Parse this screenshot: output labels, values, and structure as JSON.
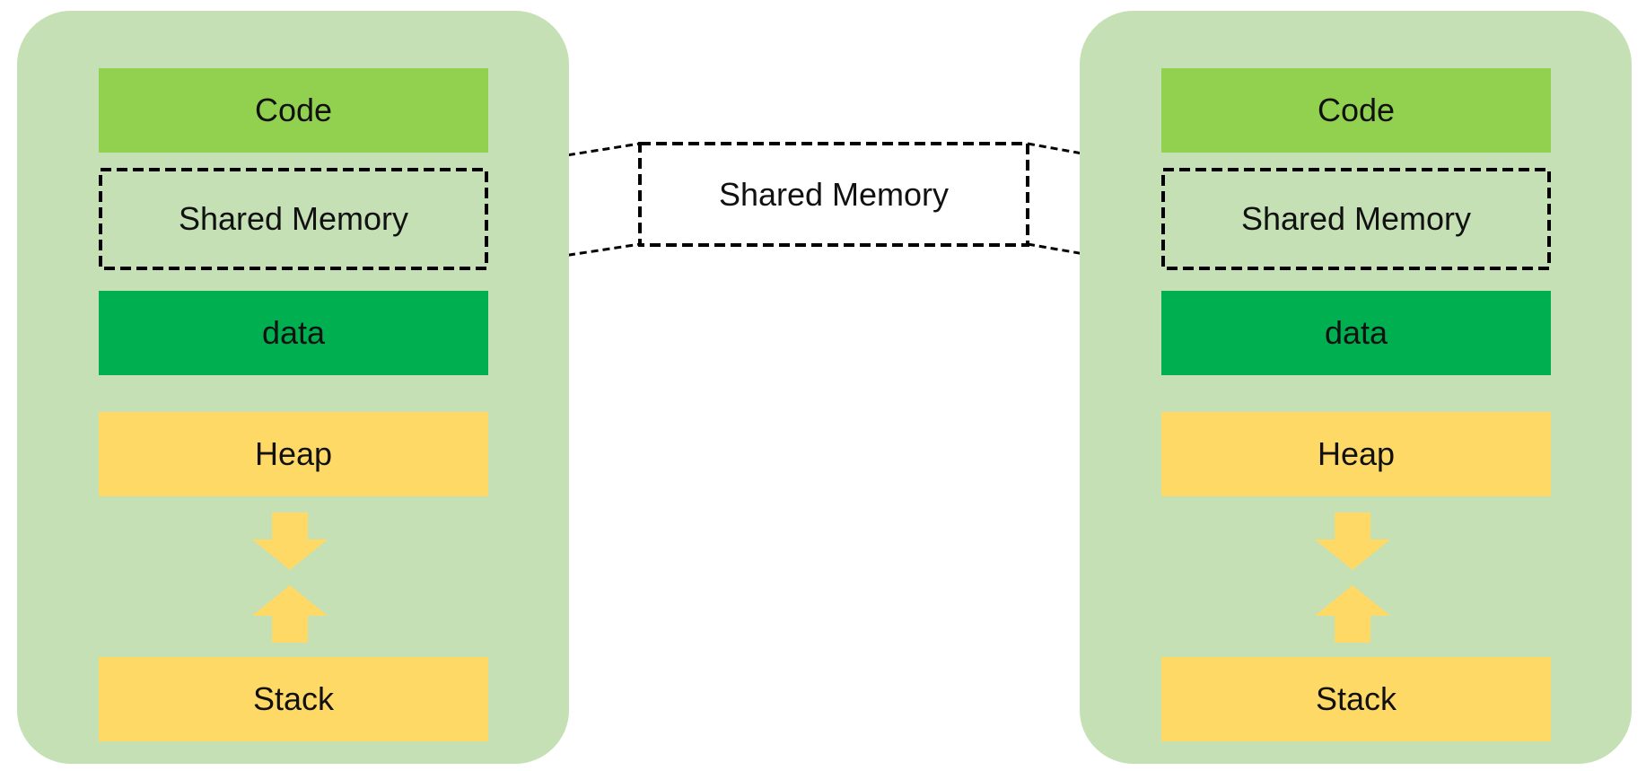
{
  "colors": {
    "process_bg": "#c5e0b4",
    "code": "#92d050",
    "data": "#00b050",
    "heap_stack": "#ffd966",
    "dashed_border": "#000000"
  },
  "left_process": {
    "code": "Code",
    "shared_memory": "Shared Memory",
    "data": "data",
    "heap": "Heap",
    "stack": "Stack"
  },
  "shared_region": {
    "label": "Shared Memory"
  },
  "right_process": {
    "code": "Code",
    "shared_memory": "Shared Memory",
    "data": "data",
    "heap": "Heap",
    "stack": "Stack"
  }
}
